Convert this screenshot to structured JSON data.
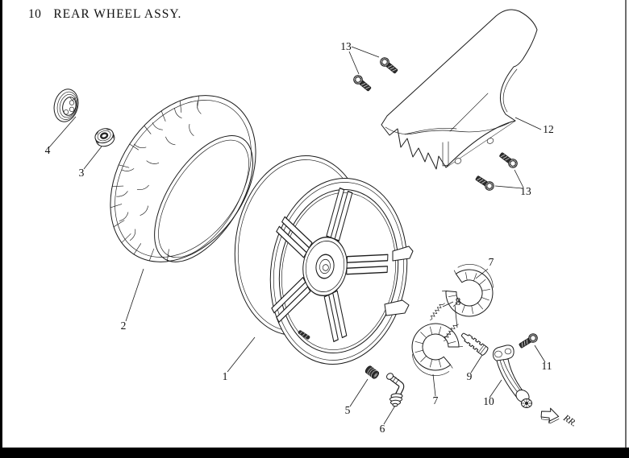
{
  "page": {
    "section_number": "10",
    "title": "REAR WHEEL ASSY.",
    "direction_label": "RR."
  },
  "callouts": [
    {
      "id": "callout-1",
      "label": "1",
      "part": "wheel-rim"
    },
    {
      "id": "callout-2",
      "label": "2",
      "part": "tire"
    },
    {
      "id": "callout-3",
      "label": "3",
      "part": "flange-nut"
    },
    {
      "id": "callout-4",
      "label": "4",
      "part": "hub-cap"
    },
    {
      "id": "callout-5",
      "label": "5",
      "part": "cap"
    },
    {
      "id": "callout-6",
      "label": "6",
      "part": "valve-stem"
    },
    {
      "id": "callout-7-upper",
      "label": "7",
      "part": "brake-shoe-upper"
    },
    {
      "id": "callout-7-lower",
      "label": "7",
      "part": "brake-shoe-lower"
    },
    {
      "id": "callout-8",
      "label": "8",
      "part": "springs"
    },
    {
      "id": "callout-9",
      "label": "9",
      "part": "brake-cam"
    },
    {
      "id": "callout-10",
      "label": "10",
      "part": "brake-arm"
    },
    {
      "id": "callout-11",
      "label": "11",
      "part": "bolt"
    },
    {
      "id": "callout-12",
      "label": "12",
      "part": "rear-fender"
    },
    {
      "id": "callout-13-upper",
      "label": "13",
      "part": "fender-bolts"
    },
    {
      "id": "callout-13-lower",
      "label": "13",
      "part": "fender-bolts"
    }
  ]
}
